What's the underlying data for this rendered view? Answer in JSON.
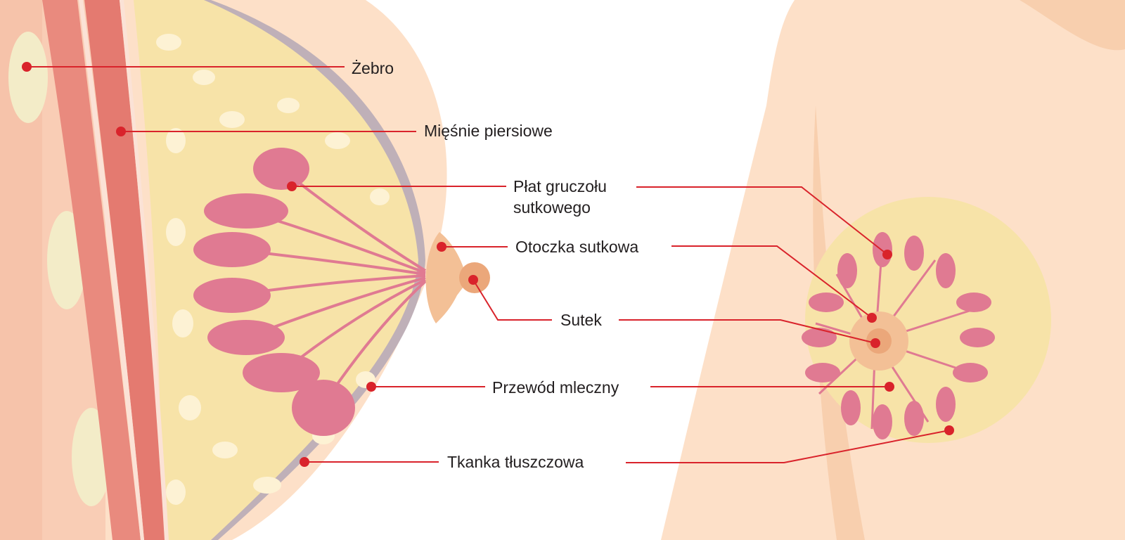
{
  "labels": {
    "rib": "Żebro",
    "pectoral_muscles": "Mięśnie piersiowe",
    "gland_lobe_line1": "Płat gruczołu",
    "gland_lobe_line2": "sutkowego",
    "areola": "Otoczka sutkowa",
    "nipple": "Sutek",
    "milk_duct": "Przewód mleczny",
    "fat_tissue": "Tkanka tłuszczowa"
  },
  "colors": {
    "leader": "#d9232b",
    "skin": "#fbdcc3",
    "fat": "#f7e3a8",
    "lobule": "#e07a92",
    "muscle": "#e98a7e"
  }
}
